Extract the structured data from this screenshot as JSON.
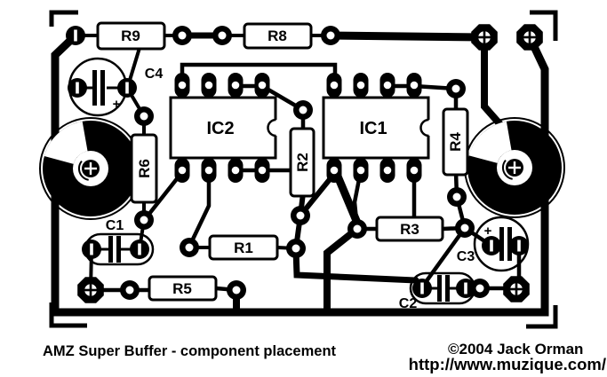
{
  "footer": {
    "title": "AMZ Super Buffer  - component placement",
    "copyright": "©2004 Jack Orman",
    "url": "http://www.muzique.com/"
  },
  "components": {
    "r1": "R1",
    "r2": "R2",
    "r3": "R3",
    "r4": "R4",
    "r5": "R5",
    "r6": "R6",
    "r8": "R8",
    "r9": "R9",
    "ic1": "IC1",
    "ic2": "IC2",
    "c1": "C1",
    "c2": "C2",
    "c3": "C3",
    "c4": "C4",
    "polarity_plus": "+"
  }
}
